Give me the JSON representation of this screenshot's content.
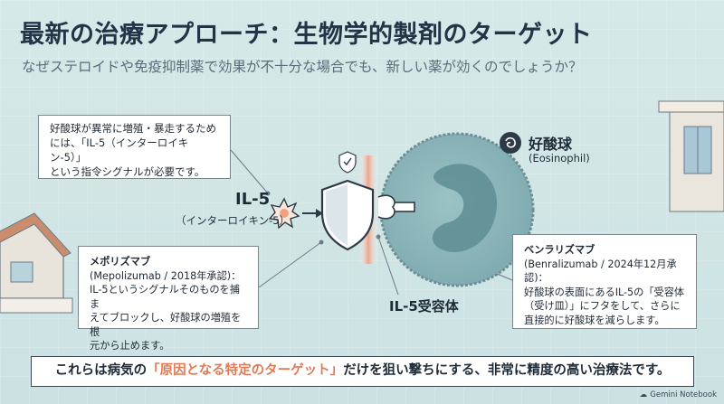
{
  "title": "最新の治療アプローチ：生物学的製剤のターゲット",
  "subtitle": "なぜステロイドや免疫抑制薬で効果が不十分な場合でも、新しい薬が効くのでしょうか？",
  "callout_top": {
    "line1": "好酸球が異常に増殖・暴走するため",
    "line2": "には、「IL-5（インターロイキン-5）」",
    "line3": "という指令シグナルが必要です。"
  },
  "il5": {
    "label": "IL-5",
    "sub": "（インターロイキン-5）"
  },
  "receptor_label": "IL-5受容体",
  "eosinophil": {
    "name": "好酸球",
    "english": "(Eosinophil)"
  },
  "mepolizumab": {
    "name": "メポリズマブ",
    "approval": "(Mepolizumab / 2018年承認)：",
    "line1": "IL-5というシグナルそのものを捕ま",
    "line2": "えてブロックし、好酸球の増殖を根",
    "line3": "元から止めます。"
  },
  "benralizumab": {
    "name": "ベンラリズマブ",
    "approval1": "(Benralizumab / 2024年12月承認)：",
    "line1": "好酸球の表面にあるIL-5の「受容体",
    "line2": "（受け皿）」にフタをして、さらに",
    "line3": "直接的に好酸球を減らします。"
  },
  "banner": {
    "before": "これらは病気の",
    "highlight": "「原因となる特定のターゲット」",
    "after": "だけを狙い撃ちにする、非常に精度の高い治療法です。"
  },
  "brand": "Gemini Notebook",
  "colors": {
    "title": "#243447",
    "highlight": "#e07a55",
    "cell": "#6f9ea3",
    "shield": "#2d3a48"
  }
}
